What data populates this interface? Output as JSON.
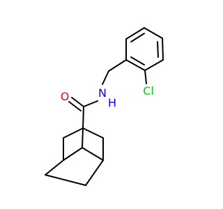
{
  "atoms": {
    "oxygen": "O",
    "nitrogen_n": "N",
    "nitrogen_h": "H",
    "chlorine": "Cl"
  },
  "colors": {
    "bond": "#000000",
    "oxygen": "#ff0000",
    "nitrogen": "#0000ff",
    "chlorine": "#00cc00"
  }
}
